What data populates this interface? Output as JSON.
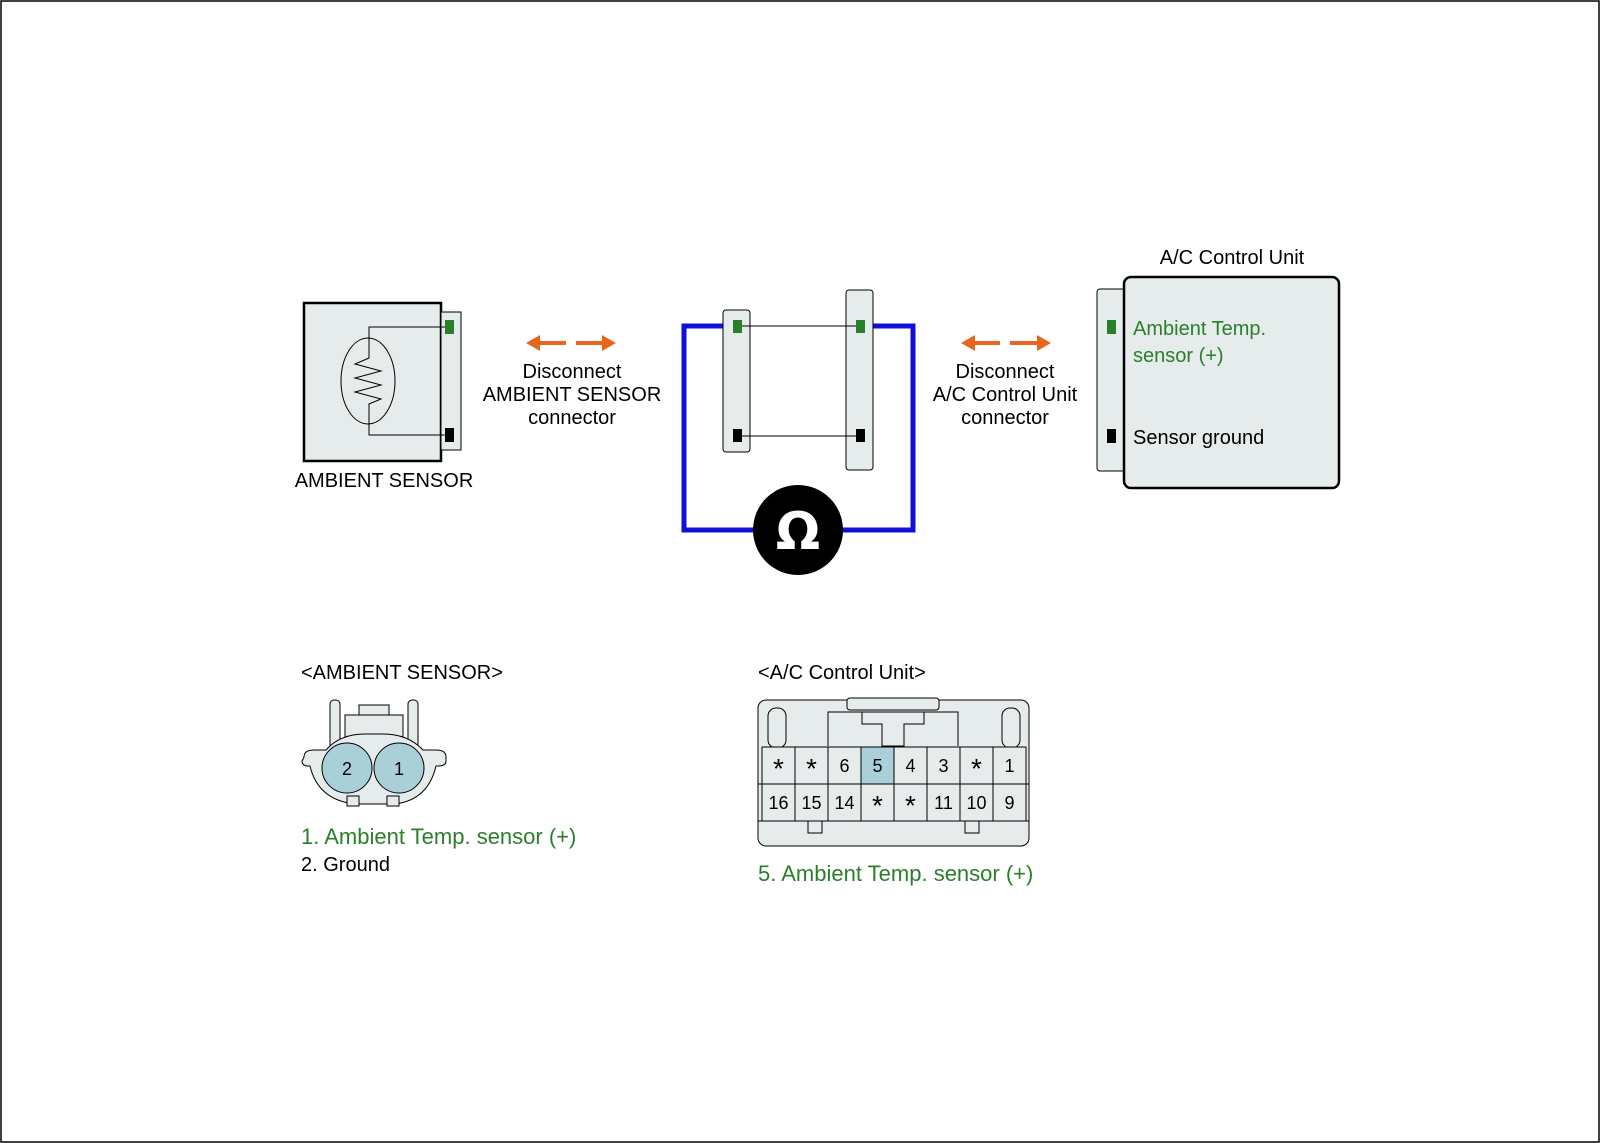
{
  "colors": {
    "green": "#2a7f2a",
    "orange": "#e8661c",
    "blue": "#1010d8",
    "panel": "#e6ecec",
    "pin_highlight": "#a9d0d8"
  },
  "ambient_sensor": {
    "label": "AMBIENT SENSOR"
  },
  "disconnect_ambient": {
    "line1": "Disconnect",
    "line2": "AMBIENT SENSOR",
    "line3": "connector"
  },
  "disconnect_ac": {
    "line1": "Disconnect",
    "line2": "A/C Control Unit",
    "line3": "connector"
  },
  "ac_unit": {
    "title": "A/C Control Unit",
    "pin_signal_line1": "Ambient Temp.",
    "pin_signal_line2": "sensor (+)",
    "pin_ground": "Sensor ground"
  },
  "meter": {
    "symbol": "Ω",
    "icon": "ohmmeter-icon"
  },
  "ambient_connector": {
    "title": "<AMBIENT SENSOR>",
    "pins": [
      "2",
      "1"
    ],
    "legend": [
      "1. Ambient Temp. sensor (+)",
      "2. Ground"
    ]
  },
  "ac_connector": {
    "title": "<A/C Control Unit>",
    "row_top": [
      "*",
      "*",
      "6",
      "5",
      "4",
      "3",
      "*",
      "1"
    ],
    "row_bottom": [
      "16",
      "15",
      "14",
      "*",
      "*",
      "11",
      "10",
      "9"
    ],
    "highlighted_pin": "5",
    "legend": "5. Ambient Temp. sensor (+)"
  }
}
